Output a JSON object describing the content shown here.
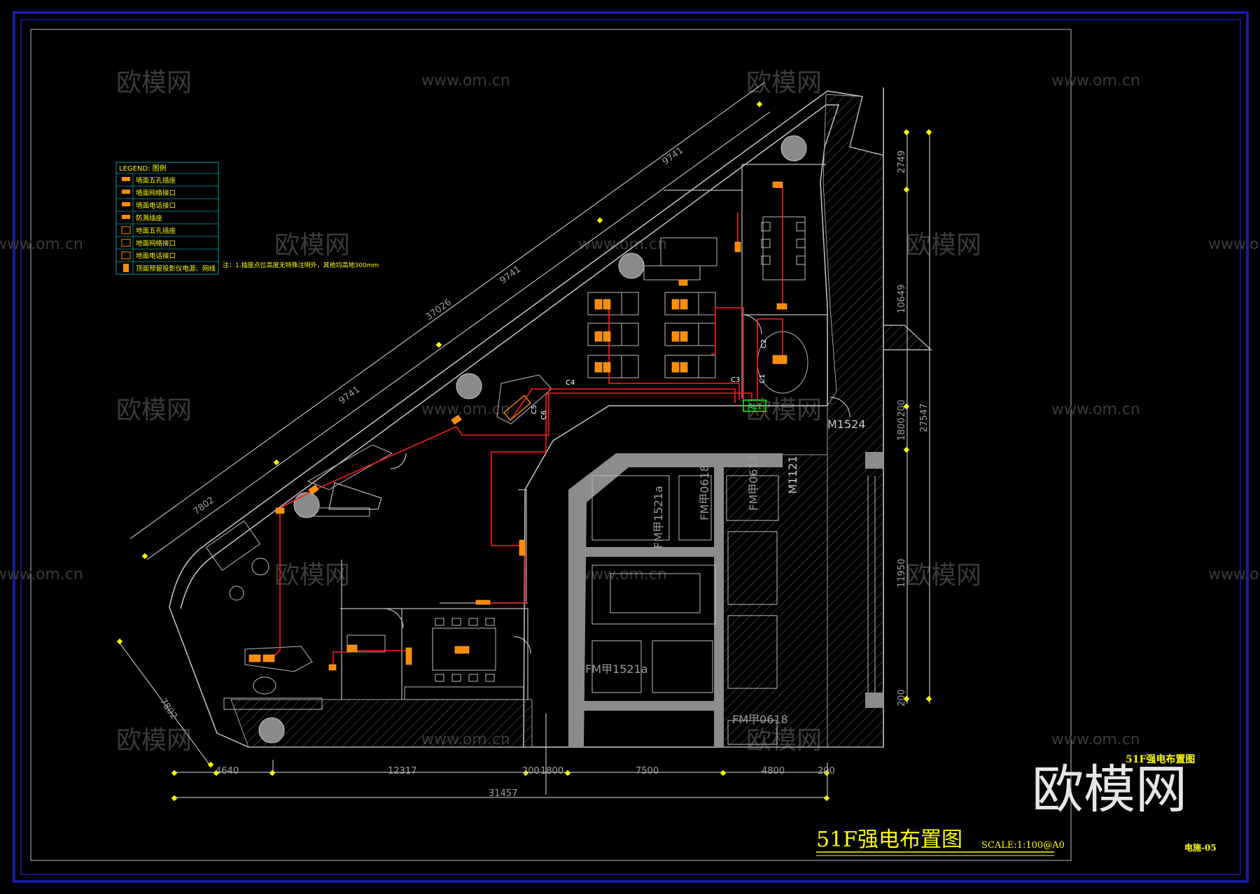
{
  "colors": {
    "background": "#000000",
    "outer_frame": "#1a1aa8",
    "inner_frame": "#d0d0d0",
    "wall_line": "#c8c8c8",
    "wall_fill": "#8c8c8c",
    "circuit": "#ff1a1a",
    "device": "#ff8c00",
    "dimension": "#ffff00",
    "dimension_text": "#a0a0a0",
    "legend_border": "#00a0a0",
    "legend_text": "#ffff00",
    "panel": "#00ff00",
    "watermark": "#3a3a3a",
    "title_text": "#ffff00"
  },
  "legend": {
    "title": "LEGEND: 图例",
    "items": [
      {
        "icon": "wall-socket-icon",
        "label": "墙面五孔插座"
      },
      {
        "icon": "wall-network-icon",
        "label": "墙面网络接口"
      },
      {
        "icon": "wall-phone-icon",
        "label": "墙面电话接口"
      },
      {
        "icon": "waterproof-socket-icon",
        "label": "防溅插座"
      },
      {
        "icon": "floor-socket-icon",
        "label": "地面五孔插座"
      },
      {
        "icon": "floor-network-icon",
        "label": "地面网络接口"
      },
      {
        "icon": "floor-phone-icon",
        "label": "地面电话接口"
      },
      {
        "icon": "ceiling-projector-icon",
        "label": "顶面预留投影仪电源、网线"
      }
    ],
    "note": "注：1.插座点位高度无特殊注明外，其他均高地300mm"
  },
  "watermarks": {
    "brand": "欧模网",
    "url": "www.om.cn"
  },
  "dimensions": {
    "diagonal_top": [
      "9741",
      "9741",
      "9741",
      "7802"
    ],
    "diagonal_total": "37026",
    "diagonal_left": "7802",
    "right_segments": [
      "2749",
      "10649",
      "1800",
      "200",
      "11950",
      "200"
    ],
    "right_total": "27547",
    "bottom_segments": [
      "4640",
      "12317",
      "200",
      "1800",
      "7500",
      "4800",
      "200"
    ],
    "bottom_total": "31457"
  },
  "circuits": [
    "C1",
    "C2",
    "C3",
    "C4",
    "C5",
    "C6"
  ],
  "panel_label": "AL1",
  "door_labels": [
    "M1524",
    "M1121",
    "FM甲1521a",
    "FM甲0618",
    "FM甲0618",
    "FM甲1521a",
    "FM甲0618"
  ],
  "title_block": {
    "small_title": "51F强电布置图",
    "brand": "欧模网",
    "main_title": "51F强电布置图",
    "scale": "SCALE:1:100@A0",
    "sheet_no": "电施-05"
  }
}
